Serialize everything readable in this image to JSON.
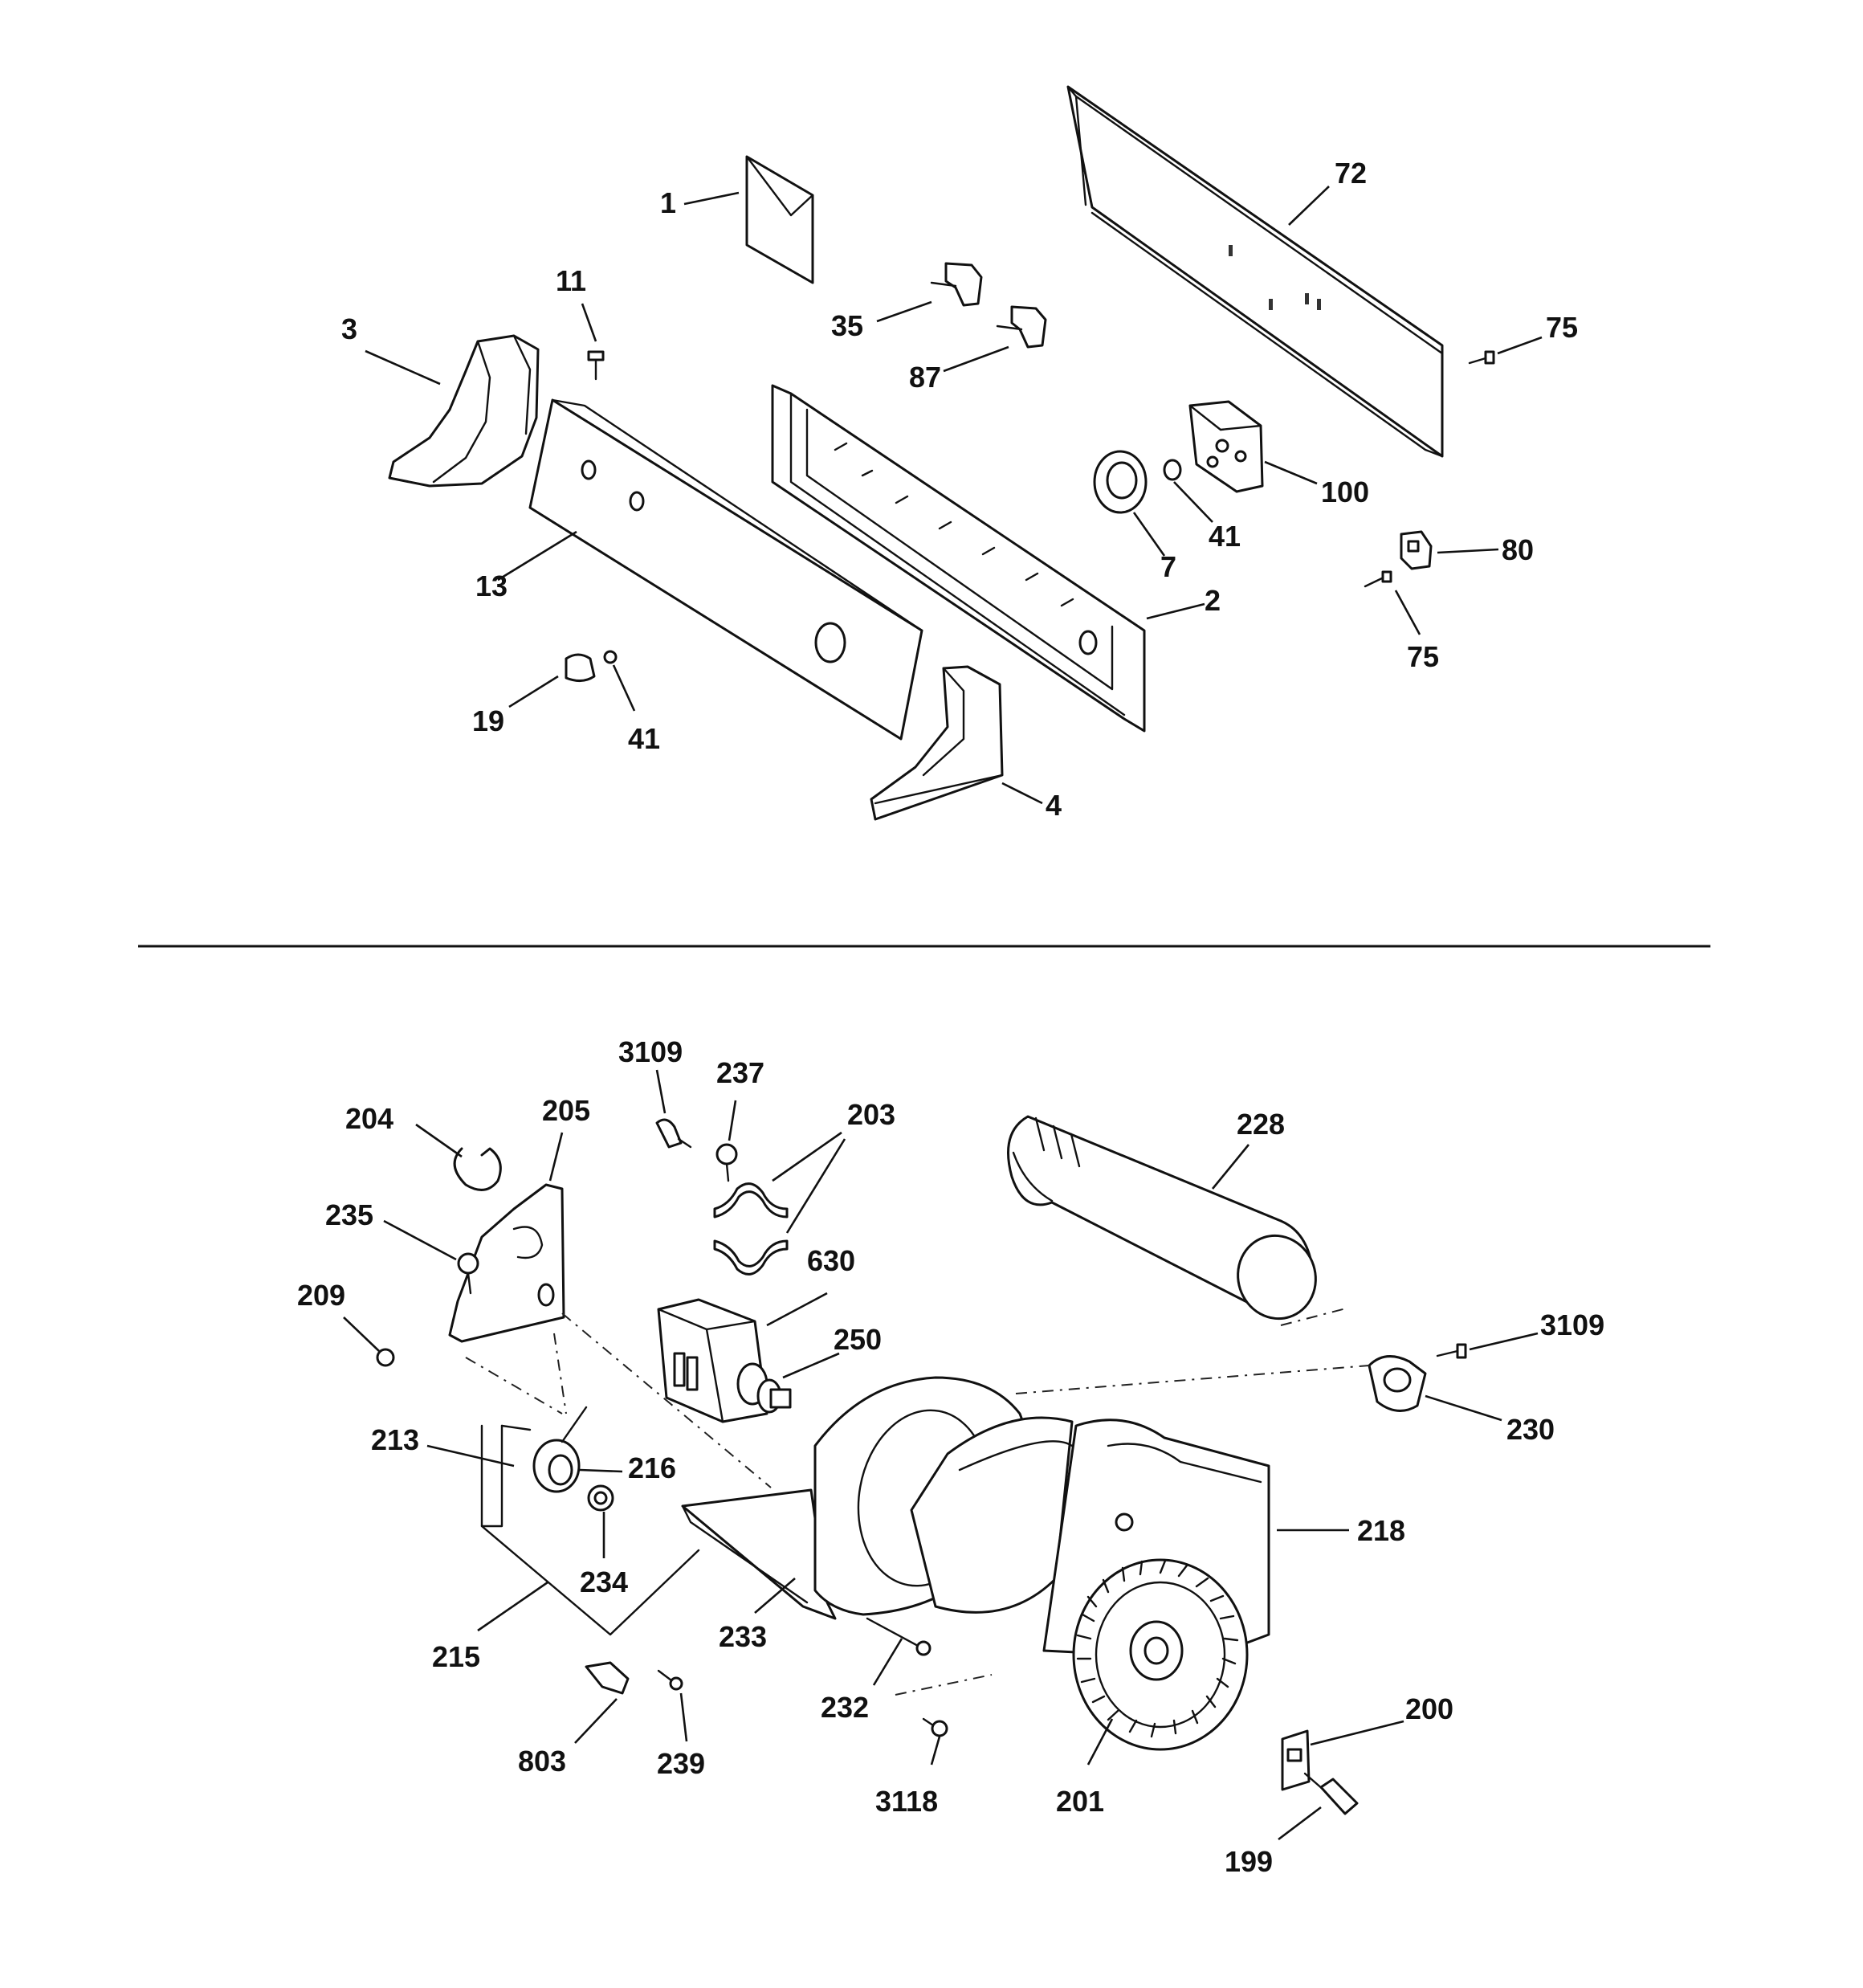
{
  "callouts": [
    {
      "id": "c1",
      "label": "1"
    },
    {
      "id": "c72",
      "label": "72"
    },
    {
      "id": "c11",
      "label": "11"
    },
    {
      "id": "c35",
      "label": "35"
    },
    {
      "id": "c3",
      "label": "3"
    },
    {
      "id": "c87",
      "label": "87"
    },
    {
      "id": "c75a",
      "label": "75"
    },
    {
      "id": "c100",
      "label": "100"
    },
    {
      "id": "c41a",
      "label": "41"
    },
    {
      "id": "c7",
      "label": "7"
    },
    {
      "id": "c80",
      "label": "80"
    },
    {
      "id": "c13",
      "label": "13"
    },
    {
      "id": "c2",
      "label": "2"
    },
    {
      "id": "c75b",
      "label": "75"
    },
    {
      "id": "c19",
      "label": "19"
    },
    {
      "id": "c41b",
      "label": "41"
    },
    {
      "id": "c4",
      "label": "4"
    },
    {
      "id": "c3109a",
      "label": "3109"
    },
    {
      "id": "c237",
      "label": "237"
    },
    {
      "id": "c203",
      "label": "203"
    },
    {
      "id": "c228",
      "label": "228"
    },
    {
      "id": "c204",
      "label": "204"
    },
    {
      "id": "c205",
      "label": "205"
    },
    {
      "id": "c235",
      "label": "235"
    },
    {
      "id": "c630",
      "label": "630"
    },
    {
      "id": "c209",
      "label": "209"
    },
    {
      "id": "c250",
      "label": "250"
    },
    {
      "id": "c3109b",
      "label": "3109"
    },
    {
      "id": "c230",
      "label": "230"
    },
    {
      "id": "c213",
      "label": "213"
    },
    {
      "id": "c216",
      "label": "216"
    },
    {
      "id": "c218",
      "label": "218"
    },
    {
      "id": "c234",
      "label": "234"
    },
    {
      "id": "c215",
      "label": "215"
    },
    {
      "id": "c233",
      "label": "233"
    },
    {
      "id": "c232",
      "label": "232"
    },
    {
      "id": "c200",
      "label": "200"
    },
    {
      "id": "c803",
      "label": "803"
    },
    {
      "id": "c239",
      "label": "239"
    },
    {
      "id": "c3118",
      "label": "3118"
    },
    {
      "id": "c201",
      "label": "201"
    },
    {
      "id": "c199",
      "label": "199"
    }
  ]
}
